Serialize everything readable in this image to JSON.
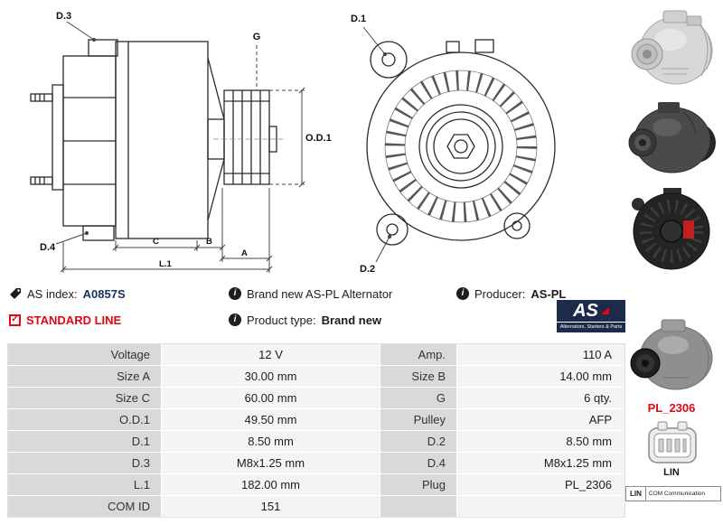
{
  "diagram": {
    "side": {
      "d3": "D.3",
      "g": "G",
      "od1": "O.D.1",
      "d4": "D.4",
      "c": "C",
      "b": "B",
      "a": "A",
      "l1": "L.1"
    },
    "front": {
      "d1": "D.1",
      "d2": "D.2"
    }
  },
  "info": {
    "as_index_label": "AS index:",
    "as_index_value": "A0857S",
    "description": "Brand new AS-PL Alternator",
    "producer_label": "Producer:",
    "producer_value": "AS-PL",
    "line_badge": "STANDARD LINE",
    "product_type_label": "Product type:",
    "product_type_value": "Brand new"
  },
  "logo": {
    "text": "AS",
    "tagline": "Alternators, Starters & Parts"
  },
  "side_panel": {
    "plug_code": "PL_2306",
    "plug_name": "LIN",
    "com_tag": "LIN",
    "com_text": "COM Communication"
  },
  "spec": {
    "rows": [
      {
        "l1": "Voltage",
        "v1": "12 V",
        "l2": "Amp.",
        "v2": "110 A"
      },
      {
        "l1": "Size A",
        "v1": "30.00 mm",
        "l2": "Size B",
        "v2": "14.00 mm"
      },
      {
        "l1": "Size C",
        "v1": "60.00 mm",
        "l2": "G",
        "v2": "6 qty."
      },
      {
        "l1": "O.D.1",
        "v1": "49.50 mm",
        "l2": "Pulley",
        "v2": "AFP"
      },
      {
        "l1": "D.1",
        "v1": "8.50 mm",
        "l2": "D.2",
        "v2": "8.50 mm"
      },
      {
        "l1": "D.3",
        "v1": "M8x1.25 mm",
        "l2": "D.4",
        "v2": "M8x1.25 mm"
      },
      {
        "l1": "L.1",
        "v1": "182.00 mm",
        "l2": "Plug",
        "v2": "PL_2306"
      },
      {
        "l1": "COM ID",
        "v1": "151",
        "l2": "",
        "v2": ""
      }
    ]
  },
  "colors": {
    "accent_red": "#e30613",
    "navy": "#1c2b4a",
    "label_cell": "#d9d9d9",
    "value_cell": "#f4f4f4"
  }
}
